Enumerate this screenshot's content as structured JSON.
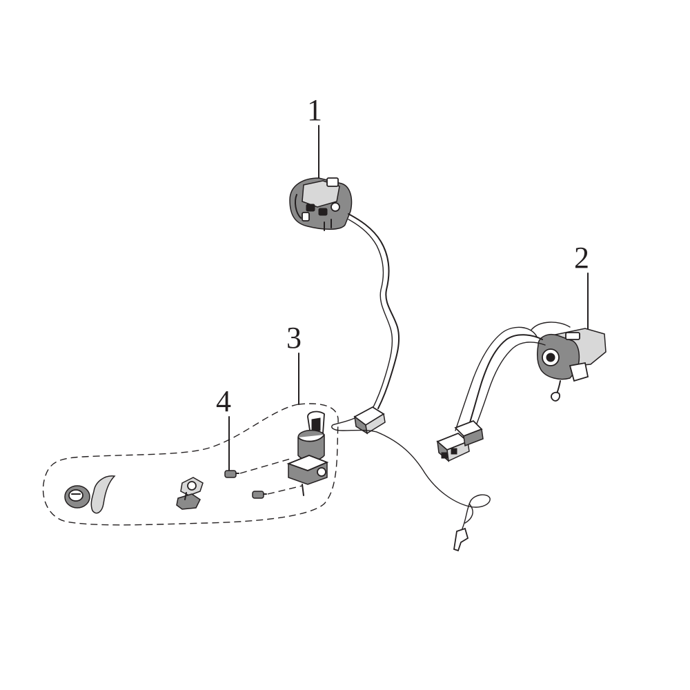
{
  "callouts": {
    "part1": "1",
    "part2": "2",
    "part3": "3",
    "part4": "4"
  },
  "colors": {
    "ink": "#231f20",
    "background": "#ffffff"
  }
}
